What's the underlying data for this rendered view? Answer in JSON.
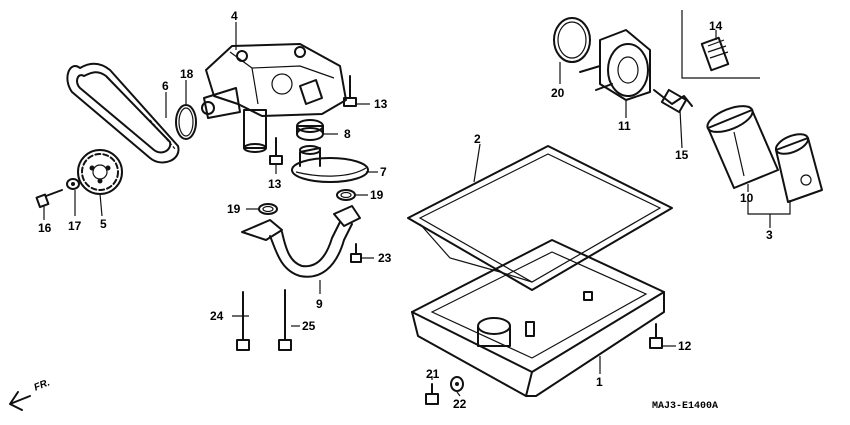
{
  "diagram_code": "MAJ3-E1400A",
  "direction_label": "FR.",
  "callouts": {
    "c1": "1",
    "c2": "2",
    "c3": "3",
    "c4": "4",
    "c5": "5",
    "c6": "6",
    "c7": "7",
    "c8": "8",
    "c9": "9",
    "c10": "10",
    "c11": "11",
    "c12": "12",
    "c13a": "13",
    "c13b": "13",
    "c14": "14",
    "c15": "15",
    "c16": "16",
    "c17": "17",
    "c18": "18",
    "c19a": "19",
    "c19b": "19",
    "c20": "20",
    "c21": "21",
    "c22": "22",
    "c23": "23",
    "c24": "24",
    "c25": "25"
  }
}
